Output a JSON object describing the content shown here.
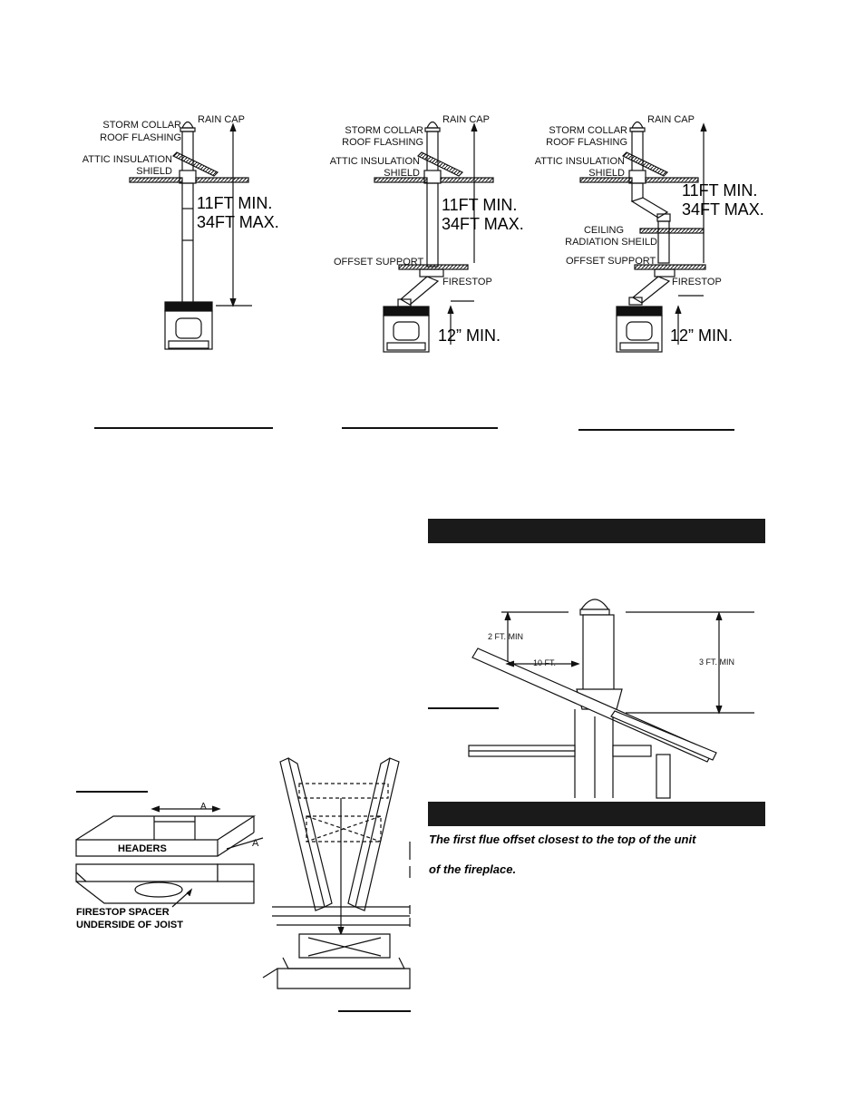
{
  "figures": [
    {
      "labels": {
        "rain_cap": "RAIN CAP",
        "storm_collar": "STORM COLLAR",
        "roof_flashing": "ROOF FLASHING",
        "attic_insulation": "ATTIC INSULATION",
        "shield": "SHIELD",
        "min": "11FT MIN.",
        "max": "34FT MAX."
      }
    },
    {
      "labels": {
        "rain_cap": "RAIN CAP",
        "storm_collar": "STORM COLLAR",
        "roof_flashing": "ROOF FLASHING",
        "attic_insulation": "ATTIC INSULATION",
        "shield": "SHIELD",
        "min": "11FT MIN.",
        "max": "34FT MAX.",
        "offset_support": "OFFSET SUPPORT",
        "firestop": "FIRESTOP",
        "clearance": "12” MIN."
      }
    },
    {
      "labels": {
        "rain_cap": "RAIN CAP",
        "storm_collar": "STORM COLLAR",
        "roof_flashing": "ROOF FLASHING",
        "attic_insulation": "ATTIC INSULATION",
        "shield": "SHIELD",
        "min": "11FT MIN.",
        "max": "34FT MAX.",
        "ceiling": "CEILING",
        "radiation_shield": "RADIATION SHEILD",
        "offset_support": "OFFSET SUPPORT",
        "firestop": "FIRESTOP",
        "clearance": "12” MIN."
      }
    }
  ],
  "roof_figure": {
    "two_ft": "2 FT. MIN",
    "ten_ft": "10 FT.",
    "three_ft": "3 FT. MIN"
  },
  "framing_figure": {
    "headers": "HEADERS",
    "a1": "A",
    "a2": "A",
    "firestop_spacer": "FIRESTOP SPACER",
    "underside": "UNDERSIDE OF JOIST"
  },
  "note_text": {
    "line1": "The first flue offset closest to the top of  the unit",
    "line2": "of  the fireplace."
  },
  "colors": {
    "ink": "#111111",
    "header_bar": "#1a1a1a",
    "background": "#ffffff"
  }
}
